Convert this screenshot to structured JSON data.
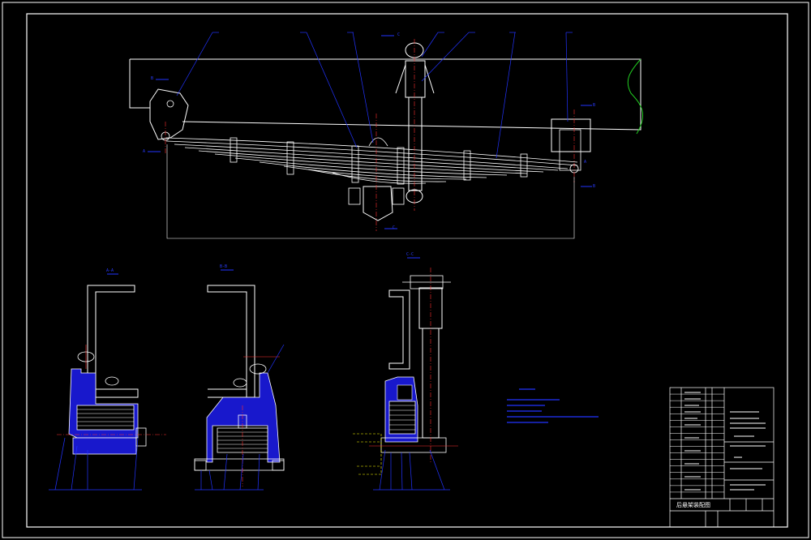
{
  "colors": {
    "background": "#000000",
    "frame": "#ffffff",
    "leader": "#2233ff",
    "section_fill": "#1818cc",
    "part_outline": "#ffffff",
    "center_line": "#ff3030",
    "hidden_line": "#ffff00",
    "break_line": "#22cc22"
  },
  "views": {
    "main_section_marks": [
      "B",
      "C",
      "A",
      "B",
      "B",
      "C",
      "A"
    ],
    "section_view_left": {
      "label": "A-A"
    },
    "section_view_middle": {
      "label": "B-B"
    },
    "section_view_right": {
      "label": "C-C"
    }
  },
  "title_block": {
    "drawing_name": "后悬架装配图",
    "rows": [
      "",
      "",
      "",
      "",
      "",
      "",
      "",
      "",
      "",
      "",
      "",
      "",
      "",
      "",
      "",
      "",
      ""
    ]
  }
}
